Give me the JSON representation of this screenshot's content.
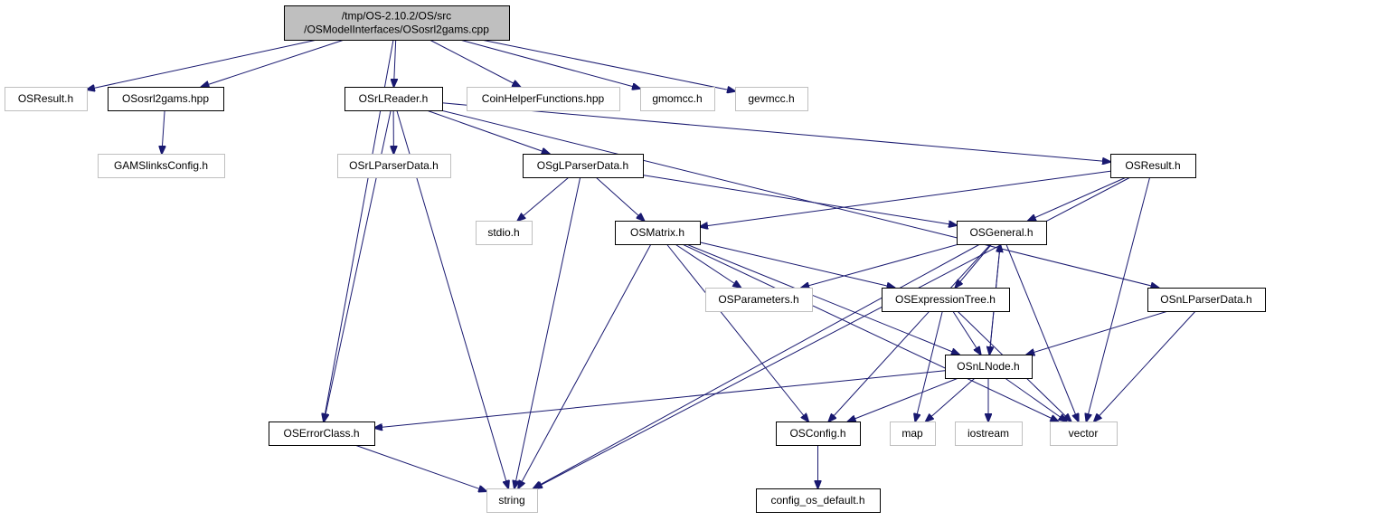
{
  "colors": {
    "edge": "#191970",
    "border_default": "#000000",
    "border_external": "#bfbfbf",
    "fill_root": "#bfbfbf",
    "fill_default": "#ffffff",
    "text": "#000000"
  },
  "nodes": [
    {
      "id": "root",
      "lines": [
        "/tmp/OS-2.10.2/OS/src",
        "/OSModelInterfaces/OSosrl2gams.cpp"
      ],
      "style": "root"
    },
    {
      "id": "osresult_top",
      "lines": [
        "OSResult.h"
      ],
      "style": "external"
    },
    {
      "id": "ososrl2gams_hpp",
      "lines": [
        "OSosrl2gams.hpp"
      ],
      "style": "default"
    },
    {
      "id": "osrlreader",
      "lines": [
        "OSrLReader.h"
      ],
      "style": "default"
    },
    {
      "id": "coinhelper",
      "lines": [
        "CoinHelperFunctions.hpp"
      ],
      "style": "external"
    },
    {
      "id": "gmomcc",
      "lines": [
        "gmomcc.h"
      ],
      "style": "external"
    },
    {
      "id": "gevmcc",
      "lines": [
        "gevmcc.h"
      ],
      "style": "external"
    },
    {
      "id": "gamslinks",
      "lines": [
        "GAMSlinksConfig.h"
      ],
      "style": "external"
    },
    {
      "id": "osrlparserdata",
      "lines": [
        "OSrLParserData.h"
      ],
      "style": "external"
    },
    {
      "id": "osglparserdata",
      "lines": [
        "OSgLParserData.h"
      ],
      "style": "default"
    },
    {
      "id": "osresult",
      "lines": [
        "OSResult.h"
      ],
      "style": "default"
    },
    {
      "id": "stdio",
      "lines": [
        "stdio.h"
      ],
      "style": "external"
    },
    {
      "id": "osmatrix",
      "lines": [
        "OSMatrix.h"
      ],
      "style": "default"
    },
    {
      "id": "osgeneral",
      "lines": [
        "OSGeneral.h"
      ],
      "style": "default"
    },
    {
      "id": "osparameters",
      "lines": [
        "OSParameters.h"
      ],
      "style": "external"
    },
    {
      "id": "osexpressiontree",
      "lines": [
        "OSExpressionTree.h"
      ],
      "style": "default"
    },
    {
      "id": "osnlparserdata",
      "lines": [
        "OSnLParserData.h"
      ],
      "style": "default"
    },
    {
      "id": "osnlnode",
      "lines": [
        "OSnLNode.h"
      ],
      "style": "default"
    },
    {
      "id": "oserrorclass",
      "lines": [
        "OSErrorClass.h"
      ],
      "style": "default"
    },
    {
      "id": "osconfig",
      "lines": [
        "OSConfig.h"
      ],
      "style": "default"
    },
    {
      "id": "map",
      "lines": [
        "map"
      ],
      "style": "external"
    },
    {
      "id": "iostream",
      "lines": [
        "iostream"
      ],
      "style": "external"
    },
    {
      "id": "vector",
      "lines": [
        "vector"
      ],
      "style": "external"
    },
    {
      "id": "string",
      "lines": [
        "string"
      ],
      "style": "external"
    },
    {
      "id": "configdefault",
      "lines": [
        "config_os_default.h"
      ],
      "style": "default"
    }
  ],
  "edges": [
    [
      "root",
      "osresult_top"
    ],
    [
      "root",
      "ososrl2gams_hpp"
    ],
    [
      "root",
      "oserrorclass"
    ],
    [
      "root",
      "osrlreader"
    ],
    [
      "root",
      "coinhelper"
    ],
    [
      "root",
      "gmomcc"
    ],
    [
      "root",
      "gevmcc"
    ],
    [
      "ososrl2gams_hpp",
      "gamslinks"
    ],
    [
      "osrlreader",
      "oserrorclass"
    ],
    [
      "osrlreader",
      "osrlparserdata"
    ],
    [
      "osrlreader",
      "string"
    ],
    [
      "osrlreader",
      "osglparserdata"
    ],
    [
      "osrlreader",
      "osresult"
    ],
    [
      "osrlreader",
      "osnlparserdata"
    ],
    [
      "osglparserdata",
      "stdio"
    ],
    [
      "osglparserdata",
      "osmatrix"
    ],
    [
      "osglparserdata",
      "string"
    ],
    [
      "osglparserdata",
      "osgeneral"
    ],
    [
      "osresult",
      "osmatrix"
    ],
    [
      "osresult",
      "osgeneral"
    ],
    [
      "osresult",
      "vector"
    ],
    [
      "osresult",
      "string"
    ],
    [
      "osmatrix",
      "osparameters"
    ],
    [
      "osmatrix",
      "osexpressiontree"
    ],
    [
      "osmatrix",
      "osnlnode"
    ],
    [
      "osmatrix",
      "osconfig"
    ],
    [
      "osmatrix",
      "vector"
    ],
    [
      "osmatrix",
      "string"
    ],
    [
      "osgeneral",
      "osparameters"
    ],
    [
      "osgeneral",
      "osexpressiontree"
    ],
    [
      "osgeneral",
      "osnlnode"
    ],
    [
      "osgeneral",
      "osconfig"
    ],
    [
      "osgeneral",
      "vector"
    ],
    [
      "osgeneral",
      "string"
    ],
    [
      "osexpressiontree",
      "osnlnode"
    ],
    [
      "osexpressiontree",
      "map"
    ],
    [
      "osexpressiontree",
      "vector"
    ],
    [
      "osnlparserdata",
      "osnlnode"
    ],
    [
      "osnlparserdata",
      "vector"
    ],
    [
      "osnlnode",
      "osgeneral"
    ],
    [
      "osnlnode",
      "oserrorclass"
    ],
    [
      "osnlnode",
      "osconfig"
    ],
    [
      "osnlnode",
      "map"
    ],
    [
      "osnlnode",
      "iostream"
    ],
    [
      "osnlnode",
      "vector"
    ],
    [
      "oserrorclass",
      "string"
    ],
    [
      "osconfig",
      "configdefault"
    ]
  ]
}
